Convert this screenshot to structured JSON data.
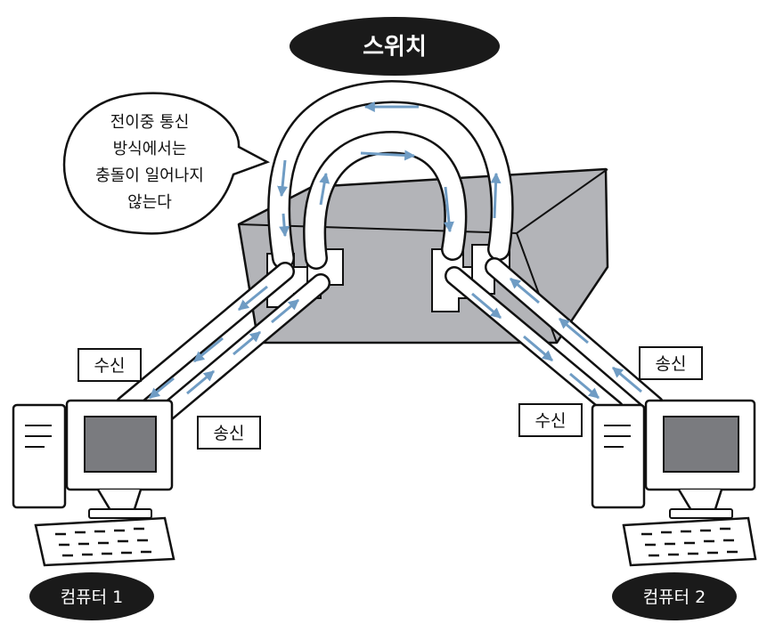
{
  "title": "스위치",
  "bubble": {
    "lines": [
      "전이중 통신",
      "방식에서는",
      "충돌이 일어나지",
      "않는다"
    ]
  },
  "left": {
    "receive_label": "수신",
    "send_label": "송신",
    "computer_label": "컴퓨터 1"
  },
  "right": {
    "receive_label": "수신",
    "send_label": "송신",
    "computer_label": "컴퓨터 2"
  },
  "colors": {
    "pill": "#1a1a1a",
    "switch_body": "#b3b4b8",
    "cable": "#ffffff",
    "arrow": "#6f9cc4",
    "screen": "#7a7b7f"
  }
}
